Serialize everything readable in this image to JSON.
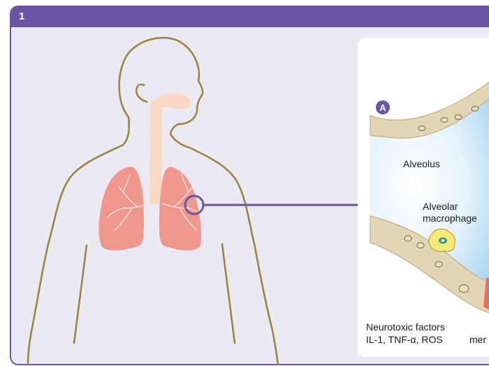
{
  "panel": {
    "number": "1"
  },
  "inset": {
    "badge": "A",
    "alveolus_label": "Alveolus",
    "macrophage_label_line1": "Alveolar",
    "macrophage_label_line2": "macrophage",
    "neurotoxic_line1": "Neurotoxic factors",
    "neurotoxic_line2": "IL-1, TNF-α, ROS",
    "cut_text": "mer"
  },
  "colors": {
    "accent": "#6a55a5",
    "panel_bg": "#ebe9f4",
    "body_outline": "#9a8640",
    "lung": "#f0978d",
    "airway": "#f9d8c3",
    "alveolus_fluid": "#cfe7f5",
    "wall": "#e3d6b5",
    "macrophage": "#f4ea79"
  }
}
